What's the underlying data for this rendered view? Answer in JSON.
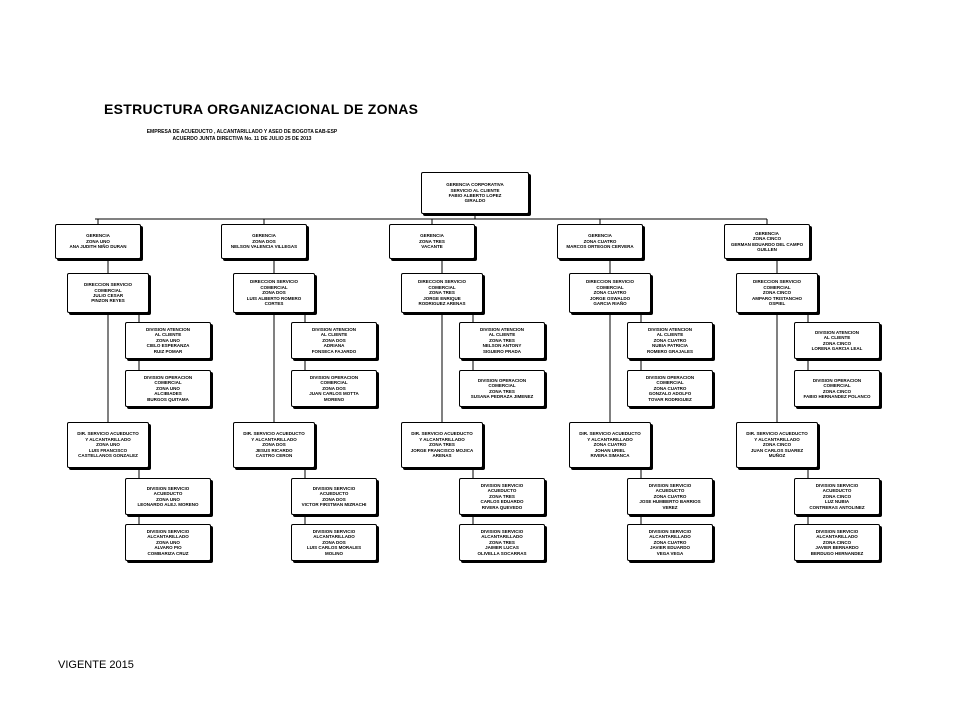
{
  "header": {
    "title": "ESTRUCTURA ORGANIZACIONAL DE ZONAS",
    "subtitle_line1": "EMPRESA DE ACUEDUCTO , ALCANTARILLADO Y ASEO DE BOGOTA EAB-ESP",
    "subtitle_line2": "ACUERDO JUNTA DIRECTIVA No. 11 DE JULIO 25 DE 2013"
  },
  "footer": {
    "label": "VIGENTE 2015"
  },
  "org": {
    "root": {
      "lines": [
        "GERENCIA CORPORATIVA",
        "SERVICIO AL CLIENTE",
        "FABIO ALBERTO LOPEZ",
        "GIRALDO"
      ]
    },
    "zones": [
      {
        "gerencia": [
          "GERENCIA",
          "ZONA UNO",
          "ANA JUDITH NIÑO DURAN"
        ],
        "comercial": [
          "DIRECCION SERVICIO",
          "COMERCIAL",
          "JULIO CESAR",
          "PINZON REYES"
        ],
        "comercial_divs": [
          [
            "DIVISION ATENCION",
            "AL CLIENTE",
            "ZONA UNO",
            "CIELO ESPERANZA",
            "RUIZ POMAR"
          ],
          [
            "DIVISION OPERACION",
            "COMERCIAL",
            "ZONA UNO",
            "ALCIBIADES",
            "BURGOS QUITAMA"
          ]
        ],
        "acueducto": [
          "DIR. SERVICIO ACUEDUCTO",
          "Y ALCANTARILLADO",
          "ZONA UNO",
          "LUIS FRANCISCO",
          "CASTELLANOS GONZALEZ"
        ],
        "acueducto_divs": [
          [
            "DIVISION SERVICIO",
            "ACUEDUCTO",
            "ZONA UNO",
            "LEONARDO ALEJ. MORENO"
          ],
          [
            "DIVISION SERVICIO",
            "ALCANTARILLADO",
            "ZONA UNO",
            "ALVARO PIO",
            "COMBARIZA CRUZ"
          ]
        ]
      },
      {
        "gerencia": [
          "GERENCIA",
          "ZONA DOS",
          "NELSON VALENCIA VILLEGAS"
        ],
        "comercial": [
          "DIRECCION SERVICIO",
          "COMERCIAL",
          "ZONA DOS",
          "LUIS ALBERTO ROMERO",
          "CORTES"
        ],
        "comercial_divs": [
          [
            "DIVISION ATENCION",
            "AL CLIENTE",
            "ZONA DOS",
            "ADRIANA",
            "FONSECA FAJARDO"
          ],
          [
            "DIVISION OPERACION",
            "COMERCIAL",
            "ZONA DOS",
            "JUAN CARLOS MOTTA",
            "MORENO"
          ]
        ],
        "acueducto": [
          "DIR. SERVICIO ACUEDUCTO",
          "Y ALCANTARILLADO",
          "ZONA DOS",
          "JESUS RICARDO",
          "CASTRO CERON"
        ],
        "acueducto_divs": [
          [
            "DIVISION SERVICIO",
            "ACUEDUCTO",
            "ZONA DOS",
            "VICTOR FIRSTMAN MIZRACHI"
          ],
          [
            "DIVISION SERVICIO",
            "ALCANTARILLADO",
            "ZONA DOS",
            "LUIS CARLOS MORALES",
            "MOLINO"
          ]
        ]
      },
      {
        "gerencia": [
          "GERENCIA",
          "ZONA TRES",
          "VACANTE"
        ],
        "comercial": [
          "DIRECCION SERVICIO",
          "COMERCIAL",
          "ZONA TRES",
          "JORGE ENRIQUE",
          "RODRIGUEZ ARENAS"
        ],
        "comercial_divs": [
          [
            "DIVISION ATENCION",
            "AL CLIENTE",
            "ZONA TRES",
            "NELSON ANTONY",
            "SIGUERO PRADA"
          ],
          [
            "DIVISION OPERACION",
            "COMERCIAL",
            "ZONA TRES",
            "SUSANA PEDRAZA JIMENEZ"
          ]
        ],
        "acueducto": [
          "DIR. SERVICIO ACUEDUCTO",
          "Y ALCANTARILLADO",
          "ZONA TRES",
          "JORGE FRANCISCO MOJICA",
          "ARENAS"
        ],
        "acueducto_divs": [
          [
            "DIVISION SERVICIO",
            "ACUEDUCTO",
            "ZONA TRES",
            "CARLOS EDUARDO",
            "RIVERA QUEVEDO"
          ],
          [
            "DIVISION SERVICIO",
            "ALCANTARILLADO",
            "ZONA TRES",
            "JAIMER LUCAS",
            "OLIVELLA SOCARRAS"
          ]
        ]
      },
      {
        "gerencia": [
          "GERENCIA",
          "ZONA CUATRO",
          "MARCOS ORTEGON CERVERA"
        ],
        "comercial": [
          "DIRECCION SERVICIO",
          "COMERCIAL",
          "ZONA CUATRO",
          "JORGE OSWALDO",
          "GARCIA RIAÑO"
        ],
        "comercial_divs": [
          [
            "DIVISION ATENCION",
            "AL CLIENTE",
            "ZONA CUATRO",
            "NUBIA PATRICIA",
            "ROMERO GRAJALES"
          ],
          [
            "DIVISION OPERACION",
            "COMERCIAL",
            "ZONA CUATRO",
            "GONZALO ADOLFO",
            "TOVAR RODRIGUEZ"
          ]
        ],
        "acueducto": [
          "DIR. SERVICIO ACUEDUCTO",
          "Y ALCANTARILLADO",
          "ZONA CUATRO",
          "JOHAN URIEL",
          "RIVERA SIMANCA"
        ],
        "acueducto_divs": [
          [
            "DIVISION SERVICIO",
            "ACUEDUCTO",
            "ZONA CUATRO",
            "JOSE HUMBERTO BARRIOS",
            "VEREZ"
          ],
          [
            "DIVISION SERVICIO",
            "ALCANTARILLADO",
            "ZONA CUATRO",
            "JAVIER EDUARDO",
            "VEGA VEGA"
          ]
        ]
      },
      {
        "gerencia": [
          "GERENCIA",
          "ZONA CINCO",
          "GERMAN EDUARDO DEL CAMPO",
          "GUILLEN"
        ],
        "comercial": [
          "DIRECCION SERVICIO",
          "COMERCIAL",
          "ZONA CINCO",
          "AMPARO TRISTANCHO",
          "OSPIEL"
        ],
        "comercial_divs": [
          [
            "DIVISION ATENCION",
            "AL CLIENTE",
            "ZONA CINCO",
            "LORENA GARCIA LEAL"
          ],
          [
            "DIVISION OPERACION",
            "COMERCIAL",
            "ZONA CINCO",
            "FABIO HERNANDEZ POLANCO"
          ]
        ],
        "acueducto": [
          "DIR. SERVICIO ACUEDUCTO",
          "Y ALCANTARILLADO",
          "ZONA CINCO",
          "JUAN CARLOS SUAREZ",
          "MUÑOZ"
        ],
        "acueducto_divs": [
          [
            "DIVISION SERVICIO",
            "ACUEDUCTO",
            "ZONA CINCO",
            "LUZ NUBIA",
            "CONTRERAS ANTOLINEZ"
          ],
          [
            "DIVISION SERVICIO",
            "ALCANTARILLADO",
            "ZONA CINCO",
            "JAVIER BERNARDO",
            "BERDUGO HERNANDEZ"
          ]
        ]
      }
    ]
  }
}
